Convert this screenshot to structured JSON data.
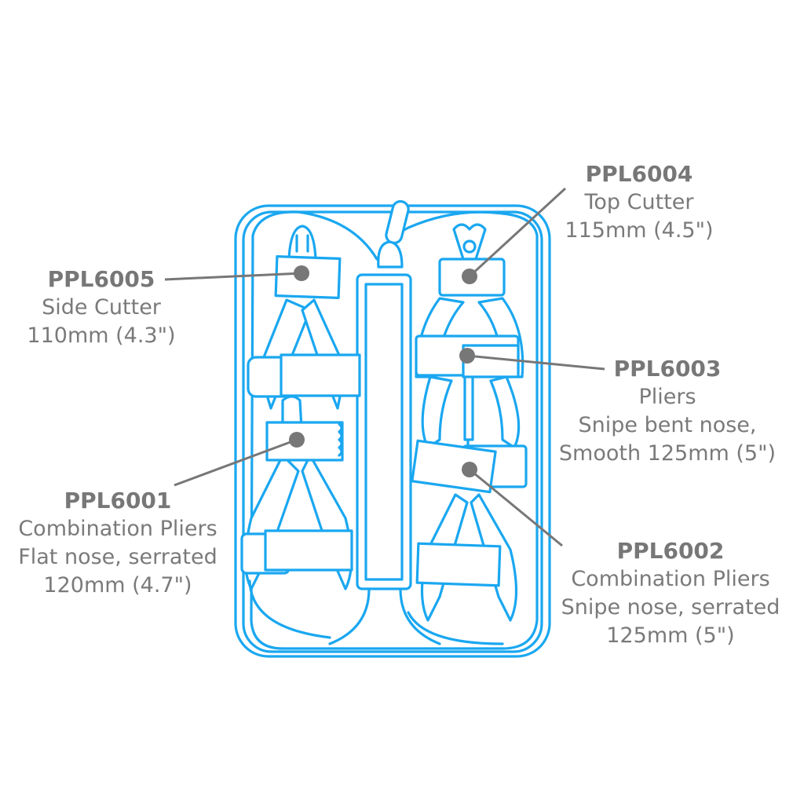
{
  "diagram": {
    "subject": "Tool case with five pliers/cutters",
    "colors": {
      "outline": "#1aa7f0",
      "label_text": "#7a7a7a",
      "leader": "#777777",
      "background": "#ffffff"
    }
  },
  "callouts": [
    {
      "code": "PPL6005",
      "lines": [
        "Side Cutter",
        "110mm (4.3\")"
      ]
    },
    {
      "code": "PPL6004",
      "lines": [
        "Top Cutter",
        "115mm (4.5\")"
      ]
    },
    {
      "code": "PPL6003",
      "lines": [
        "Pliers",
        "Snipe bent nose,",
        "Smooth 125mm (5\")"
      ]
    },
    {
      "code": "PPL6001",
      "lines": [
        "Combination Pliers",
        "Flat nose, serrated",
        "120mm (4.7\")"
      ]
    },
    {
      "code": "PPL6002",
      "lines": [
        "Combination Pliers",
        "Snipe nose, serrated",
        "125mm (5\")"
      ]
    }
  ]
}
